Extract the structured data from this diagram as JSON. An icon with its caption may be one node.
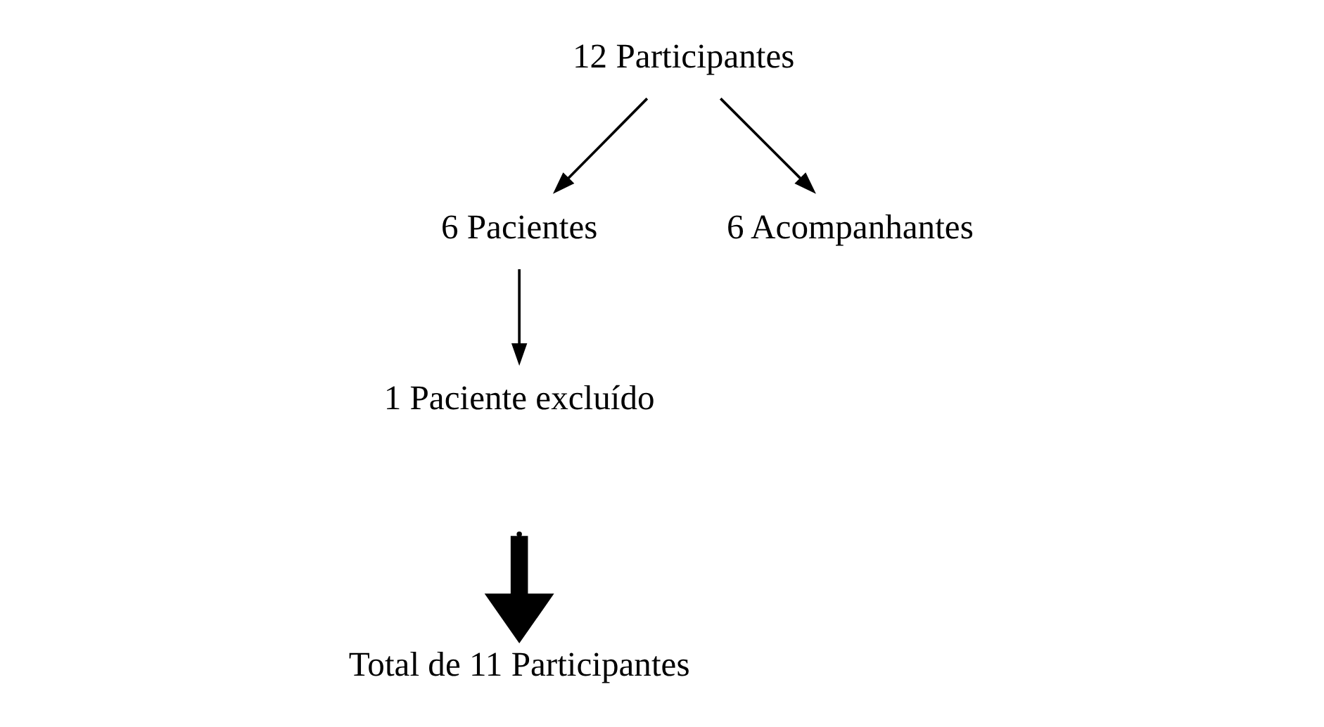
{
  "diagram": {
    "nodes": [
      {
        "text": [
          "12 Participantes"
        ]
      },
      {
        "text": [
          "6 Pacientes"
        ]
      },
      {
        "text": [
          "6 Acompanhantes"
        ]
      },
      {
        "text": [
          "1 Paciente excluído"
        ]
      },
      {
        "text": [
          "Total de 11 Participantes"
        ]
      }
    ],
    "edges": [
      {
        "from": 0,
        "to": 1,
        "arrow": "to"
      },
      {
        "from": 0,
        "to": 2,
        "arrow": "to"
      },
      {
        "from": 1,
        "to": 3,
        "arrow": "to"
      },
      {
        "from": null,
        "to": 4,
        "arrow": "to",
        "style": "thick"
      }
    ]
  }
}
